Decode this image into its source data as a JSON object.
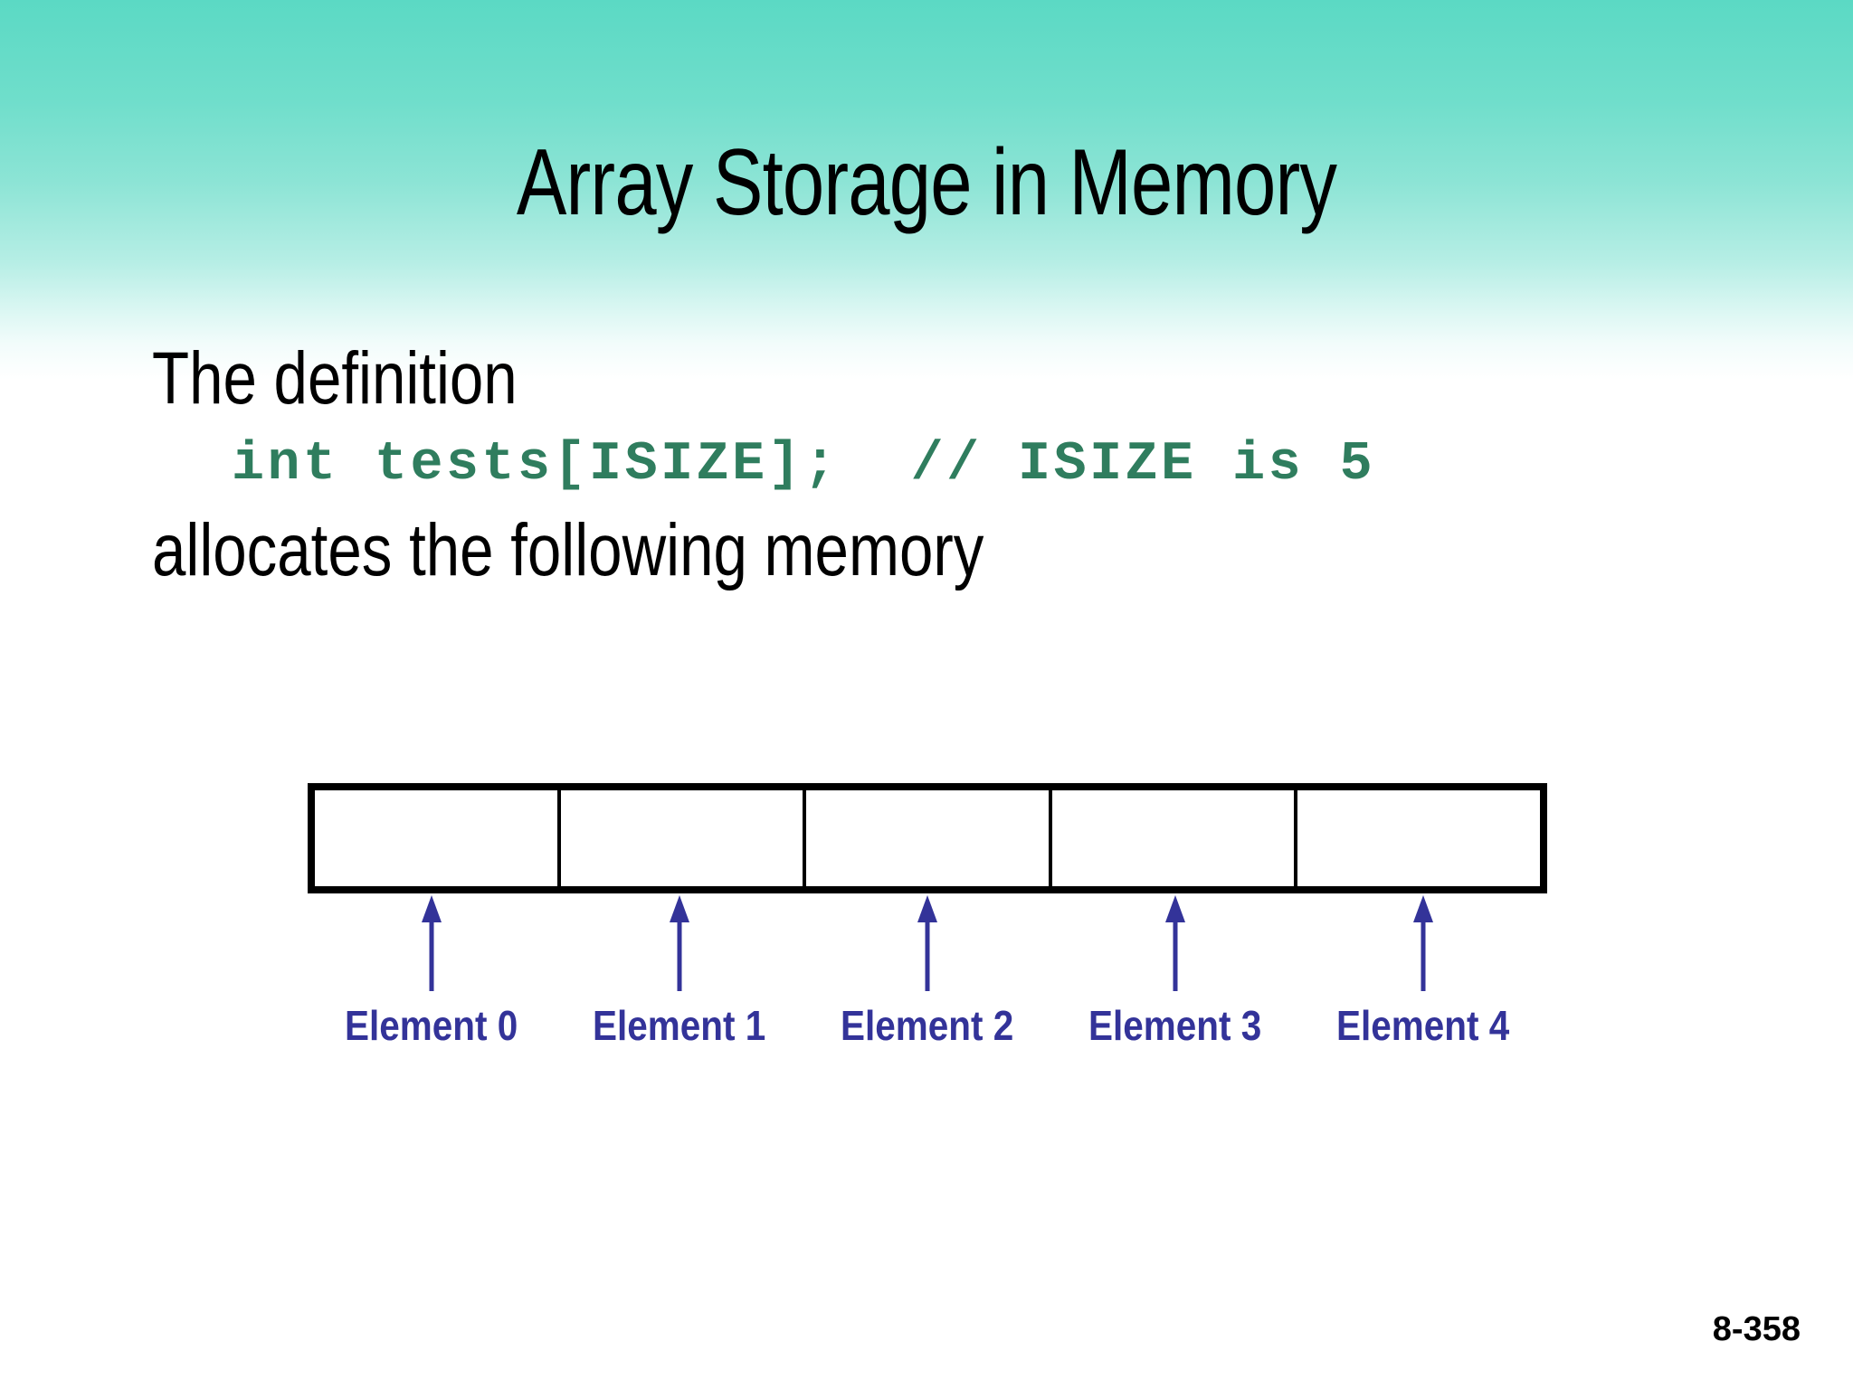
{
  "slide": {
    "title": "Array Storage in Memory",
    "background": {
      "gradient_top_color": "#5BD9C4",
      "gradient_bottom_color": "#FFFFFF"
    },
    "body": {
      "line1": "The definition",
      "code": "int tests[ISIZE];  // ISIZE is 5",
      "code_color": "#2F7D5E",
      "line2": "allocates the following memory"
    },
    "diagram": {
      "name": "array-memory-cells",
      "cell_count": 5,
      "cells": [
        "",
        "",
        "",
        "",
        ""
      ],
      "border_color": "#000000",
      "arrow_color": "#333399",
      "labels": [
        "Element 0",
        "Element 1",
        "Element 2",
        "Element 3",
        "Element 4"
      ]
    },
    "page_number": "8-358"
  }
}
